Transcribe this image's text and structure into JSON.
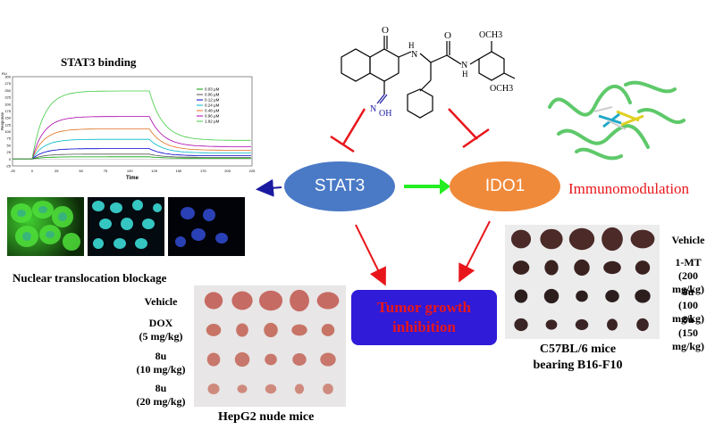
{
  "spr_panel": {
    "title": "STAT3 binding",
    "xlabel": "Time",
    "ylabel": "Response",
    "unit_label": "RU"
  },
  "chart_data": {
    "type": "line",
    "title": "STAT3 binding",
    "xlabel": "Time",
    "ylabel": "Response",
    "xlim": [
      -20,
      225
    ],
    "ylim": [
      -25,
      300
    ],
    "x_ticks": [
      -20,
      0,
      25,
      50,
      75,
      100,
      125,
      150,
      175,
      200,
      225
    ],
    "y_ticks": [
      -25,
      0,
      25,
      50,
      75,
      100,
      125,
      150,
      175,
      200,
      225,
      250,
      275,
      300
    ],
    "legend_position": "right",
    "series": [
      {
        "name": "0.03 μM",
        "color": "#00a000",
        "plateau": 8,
        "end": 3
      },
      {
        "name": "0.06 μM",
        "color": "#555555",
        "plateau": 18,
        "end": 6
      },
      {
        "name": "0.12 μM",
        "color": "#0000cc",
        "plateau": 38,
        "end": 12
      },
      {
        "name": "0.24 μM",
        "color": "#00b7c7",
        "plateau": 72,
        "end": 22
      },
      {
        "name": "0.48 μM",
        "color": "#e07020",
        "plateau": 110,
        "end": 32
      },
      {
        "name": "0.96 μM",
        "color": "#aa00aa",
        "plateau": 155,
        "end": 45
      },
      {
        "name": "1.92 μM",
        "color": "#44cc44",
        "plateau": 248,
        "end": 68
      }
    ]
  },
  "nodes": {
    "stat3": "STAT3",
    "ido1": "IDO1",
    "immunomodulation": "Immunomodulation",
    "tumor_line1": "Tumor growth",
    "tumor_line2": "inhibition"
  },
  "molecule": {
    "labels": [
      "O",
      "H",
      "N",
      "N",
      "H",
      "O",
      "OCH3",
      "OCH3",
      "N",
      "OH"
    ]
  },
  "nuclear_label": "Nuclear translocation blockage",
  "hepg2": {
    "rows": [
      {
        "line1": "Vehicle",
        "line2": ""
      },
      {
        "line1": "DOX",
        "line2": "(5 mg/kg)"
      },
      {
        "line1": "8u",
        "line2": "(10 mg/kg)"
      },
      {
        "line1": "8u",
        "line2": "(20 mg/kg)"
      }
    ],
    "caption": "HepG2 nude mice"
  },
  "b16": {
    "rows": [
      {
        "line1": "Vehicle",
        "line2": ""
      },
      {
        "line1": "1-MT",
        "line2": "(200 mg/kg)"
      },
      {
        "line1": "8u",
        "line2": "(100 mg/kg)"
      },
      {
        "line1": "8u",
        "line2": "(150 mg/kg)"
      }
    ],
    "caption_line1": "C57BL/6 mice",
    "caption_line2": "bearing B16-F10"
  },
  "colors": {
    "inhibit": "#e8161b",
    "activate": "#22ee22",
    "link": "#1a1aa0",
    "stat3": "#4a7ac6",
    "ido1": "#ef8a3b",
    "tumor_box": "#2f1bd8"
  }
}
